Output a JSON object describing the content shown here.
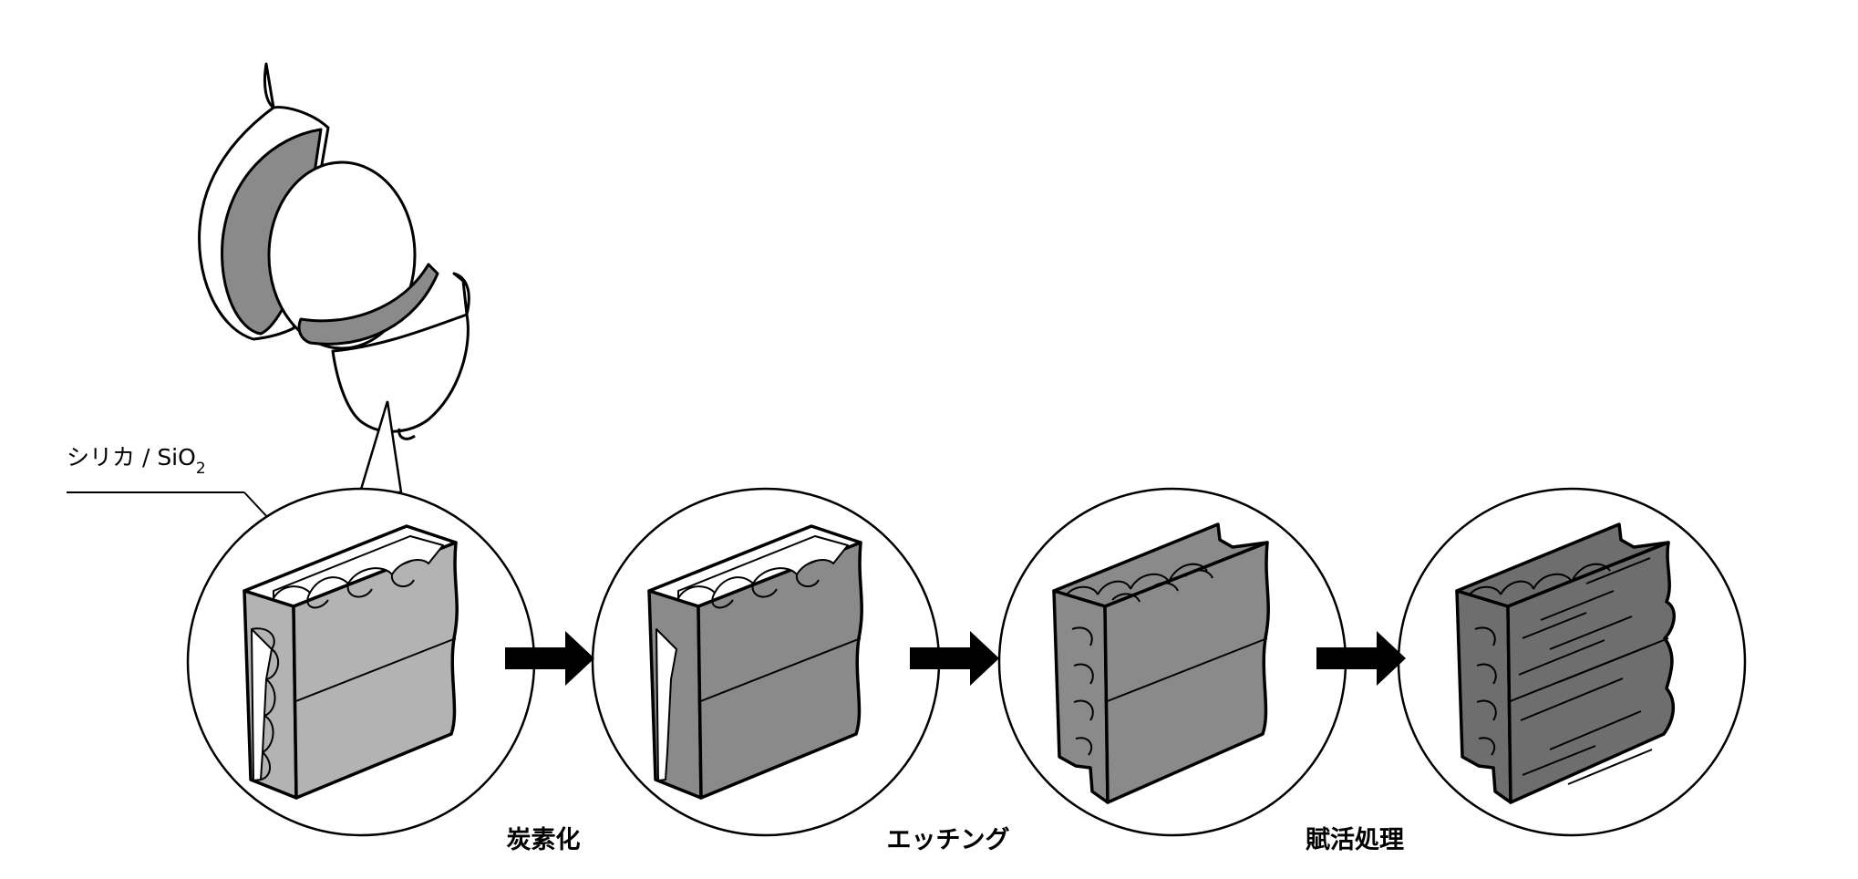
{
  "callout": {
    "label": "シリカ / SiO",
    "subscript": "2"
  },
  "steps": [
    {
      "label": "炭素化"
    },
    {
      "label": "エッチング"
    },
    {
      "label": "賦活処理"
    }
  ],
  "colors": {
    "stroke": "#000000",
    "light_gray": "#b3b3b3",
    "mid_gray": "#8a8a8a",
    "dark_gray": "#6e6e6e",
    "silica": "#ffffff"
  },
  "icons": [
    "rice-husk-icon",
    "arrow-right-icon"
  ]
}
